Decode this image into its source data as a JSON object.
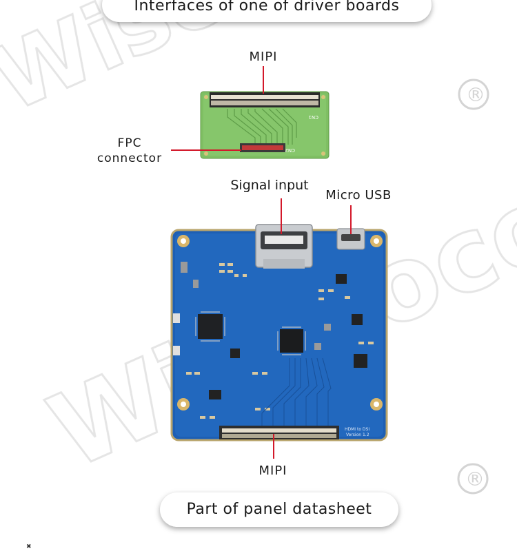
{
  "headings": {
    "top": "Interfaces of one of driver boards",
    "bottom": "Part of panel datasheet"
  },
  "labels": {
    "mipi_top": "MIPI",
    "fpc_line1": "FPC",
    "fpc_line2": "connector",
    "signal_input": "Signal input",
    "micro_usb": "Micro USB",
    "mipi_bottom": "MIPI"
  },
  "small_board": {
    "silk_cn1": "CN1",
    "silk_cn2": "CN2"
  },
  "main_board": {
    "silk_name": "HDMI to DSI",
    "silk_version": "Version 1.2"
  },
  "watermark": {
    "brand_text": "Wisecoco",
    "registered_mark": "®"
  },
  "colors": {
    "lead_line": "#d3182a",
    "small_board_green": "#7fbf63",
    "main_board_blue": "#1d5fb4",
    "pill_text": "#1a1a1a"
  }
}
